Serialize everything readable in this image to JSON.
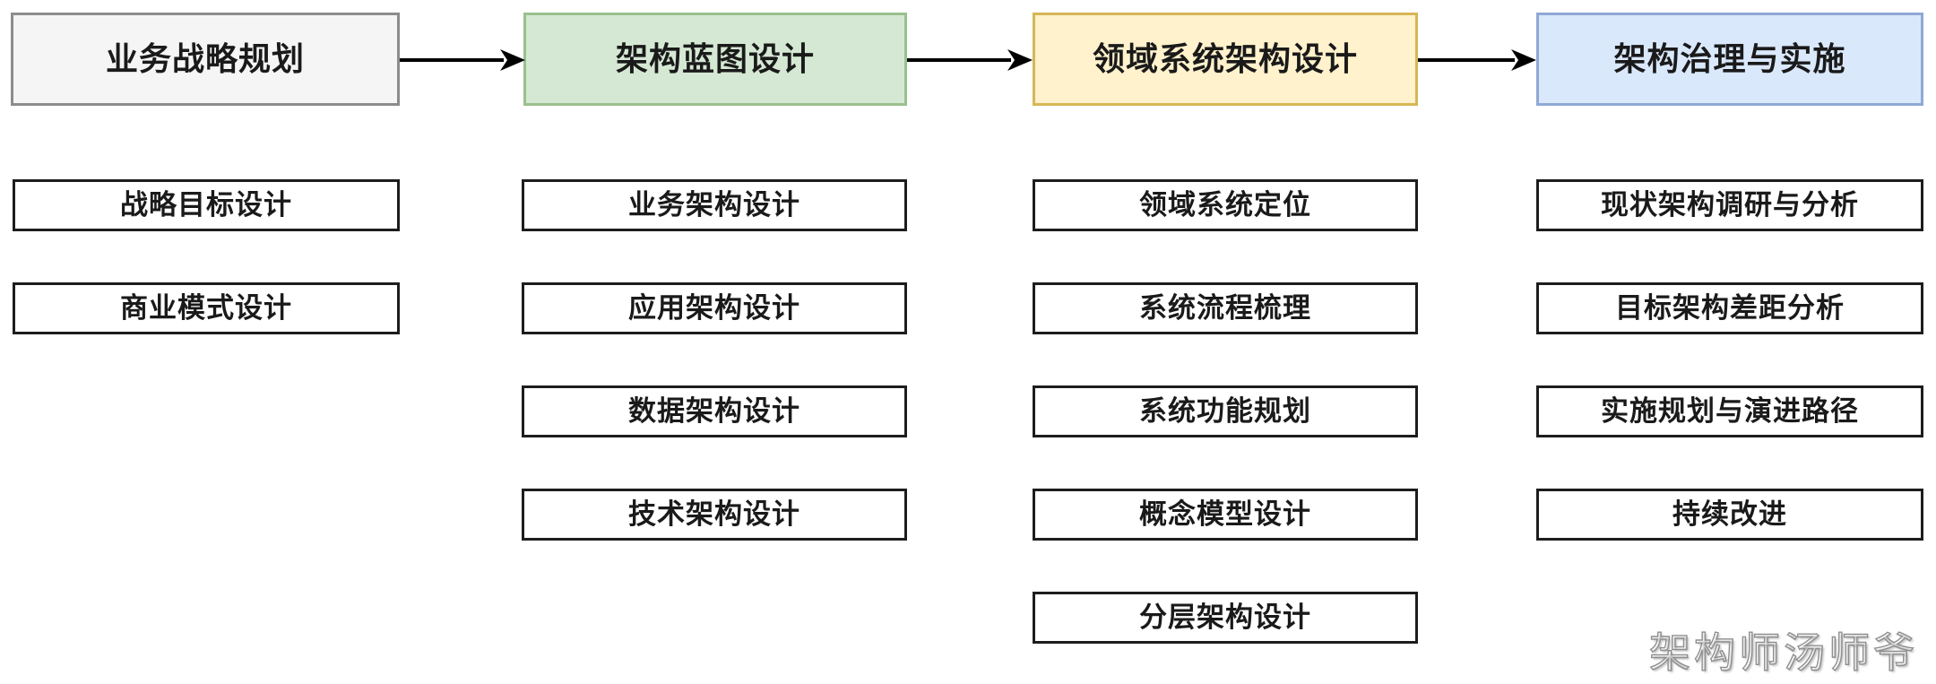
{
  "diagram": {
    "title_text": "",
    "columns": [
      {
        "id": "col-1",
        "phase": {
          "label": "业务战略规划",
          "fill": "#f5f5f5",
          "stroke": "#8c8c8c"
        },
        "tasks": [
          "战略目标设计",
          "商业模式设计"
        ]
      },
      {
        "id": "col-2",
        "phase": {
          "label": "架构蓝图设计",
          "fill": "#d5e8d4",
          "stroke": "#9ac08d"
        },
        "tasks": [
          "业务架构设计",
          "应用架构设计",
          "数据架构设计",
          "技术架构设计"
        ]
      },
      {
        "id": "col-3",
        "phase": {
          "label": "领域系统架构设计",
          "fill": "#fff2cc",
          "stroke": "#d6b656"
        },
        "tasks": [
          "领域系统定位",
          "系统流程梳理",
          "系统功能规划",
          "概念模型设计",
          "分层架构设计"
        ]
      },
      {
        "id": "col-4",
        "phase": {
          "label": "架构治理与实施",
          "fill": "#dae8fc",
          "stroke": "#8fa9d4"
        },
        "tasks": [
          "现状架构调研与分析",
          "目标架构差距分析",
          "实施规划与演进路径",
          "持续改进"
        ]
      }
    ],
    "connectors": [
      {
        "from": "col-1",
        "to": "col-2",
        "style": "solid-arrow",
        "color": "#000000"
      },
      {
        "from": "col-2",
        "to": "col-3",
        "style": "solid-arrow",
        "color": "#000000"
      },
      {
        "from": "col-3",
        "to": "col-4",
        "style": "solid-arrow",
        "color": "#000000"
      }
    ],
    "watermark": {
      "text": "架构师汤师爷",
      "color": "#8f8f8f"
    },
    "colors": {
      "task_border": "#1d1d1d",
      "task_fill": "#ffffff",
      "background": "#ffffff",
      "text": "#1a1a1a"
    }
  }
}
